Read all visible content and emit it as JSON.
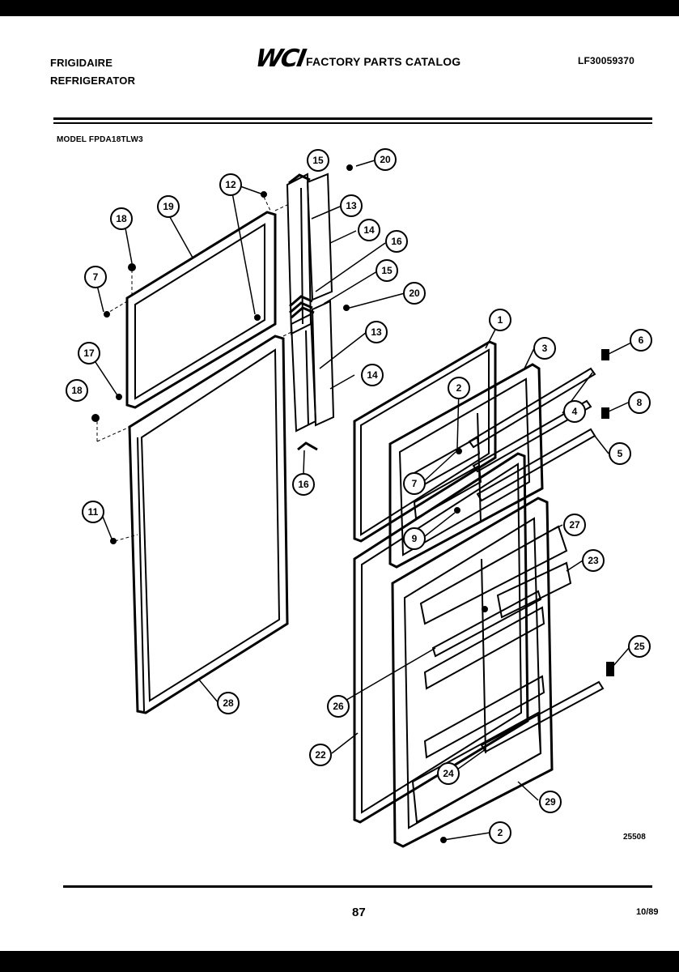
{
  "header": {
    "brand_line1": "FRIGIDAIRE",
    "brand_line2": "REFRIGERATOR",
    "logo_text": "WCI",
    "catalog_title": "FACTORY PARTS CATALOG",
    "doc_number": "LF30059370",
    "model_label": "MODEL FPDA18TLW3"
  },
  "footer": {
    "page_number": "87",
    "date": "10/89",
    "figure_code": "25508"
  },
  "callouts": [
    {
      "id": "c15a",
      "label": "15"
    },
    {
      "id": "c20a",
      "label": "20"
    },
    {
      "id": "c19",
      "label": "19"
    },
    {
      "id": "c12",
      "label": "12"
    },
    {
      "id": "c13a",
      "label": "13"
    },
    {
      "id": "c14a",
      "label": "14"
    },
    {
      "id": "c18a",
      "label": "18"
    },
    {
      "id": "c16a",
      "label": "16"
    },
    {
      "id": "c15b",
      "label": "15"
    },
    {
      "id": "c7a",
      "label": "7"
    },
    {
      "id": "c20b",
      "label": "20"
    },
    {
      "id": "c1",
      "label": "1"
    },
    {
      "id": "c17",
      "label": "17"
    },
    {
      "id": "c13b",
      "label": "13"
    },
    {
      "id": "c3",
      "label": "3"
    },
    {
      "id": "c6",
      "label": "6"
    },
    {
      "id": "c18b",
      "label": "18"
    },
    {
      "id": "c14b",
      "label": "14"
    },
    {
      "id": "c2a",
      "label": "2"
    },
    {
      "id": "c8",
      "label": "8"
    },
    {
      "id": "c4",
      "label": "4"
    },
    {
      "id": "c5",
      "label": "5"
    },
    {
      "id": "c7b",
      "label": "7"
    },
    {
      "id": "c16b",
      "label": "16"
    },
    {
      "id": "c11",
      "label": "11"
    },
    {
      "id": "c9",
      "label": "9"
    },
    {
      "id": "c27",
      "label": "27"
    },
    {
      "id": "c23",
      "label": "23"
    },
    {
      "id": "c25",
      "label": "25"
    },
    {
      "id": "c28",
      "label": "28"
    },
    {
      "id": "c26",
      "label": "26"
    },
    {
      "id": "c22",
      "label": "22"
    },
    {
      "id": "c24",
      "label": "24"
    },
    {
      "id": "c29",
      "label": "29"
    },
    {
      "id": "c2b",
      "label": "2"
    }
  ]
}
